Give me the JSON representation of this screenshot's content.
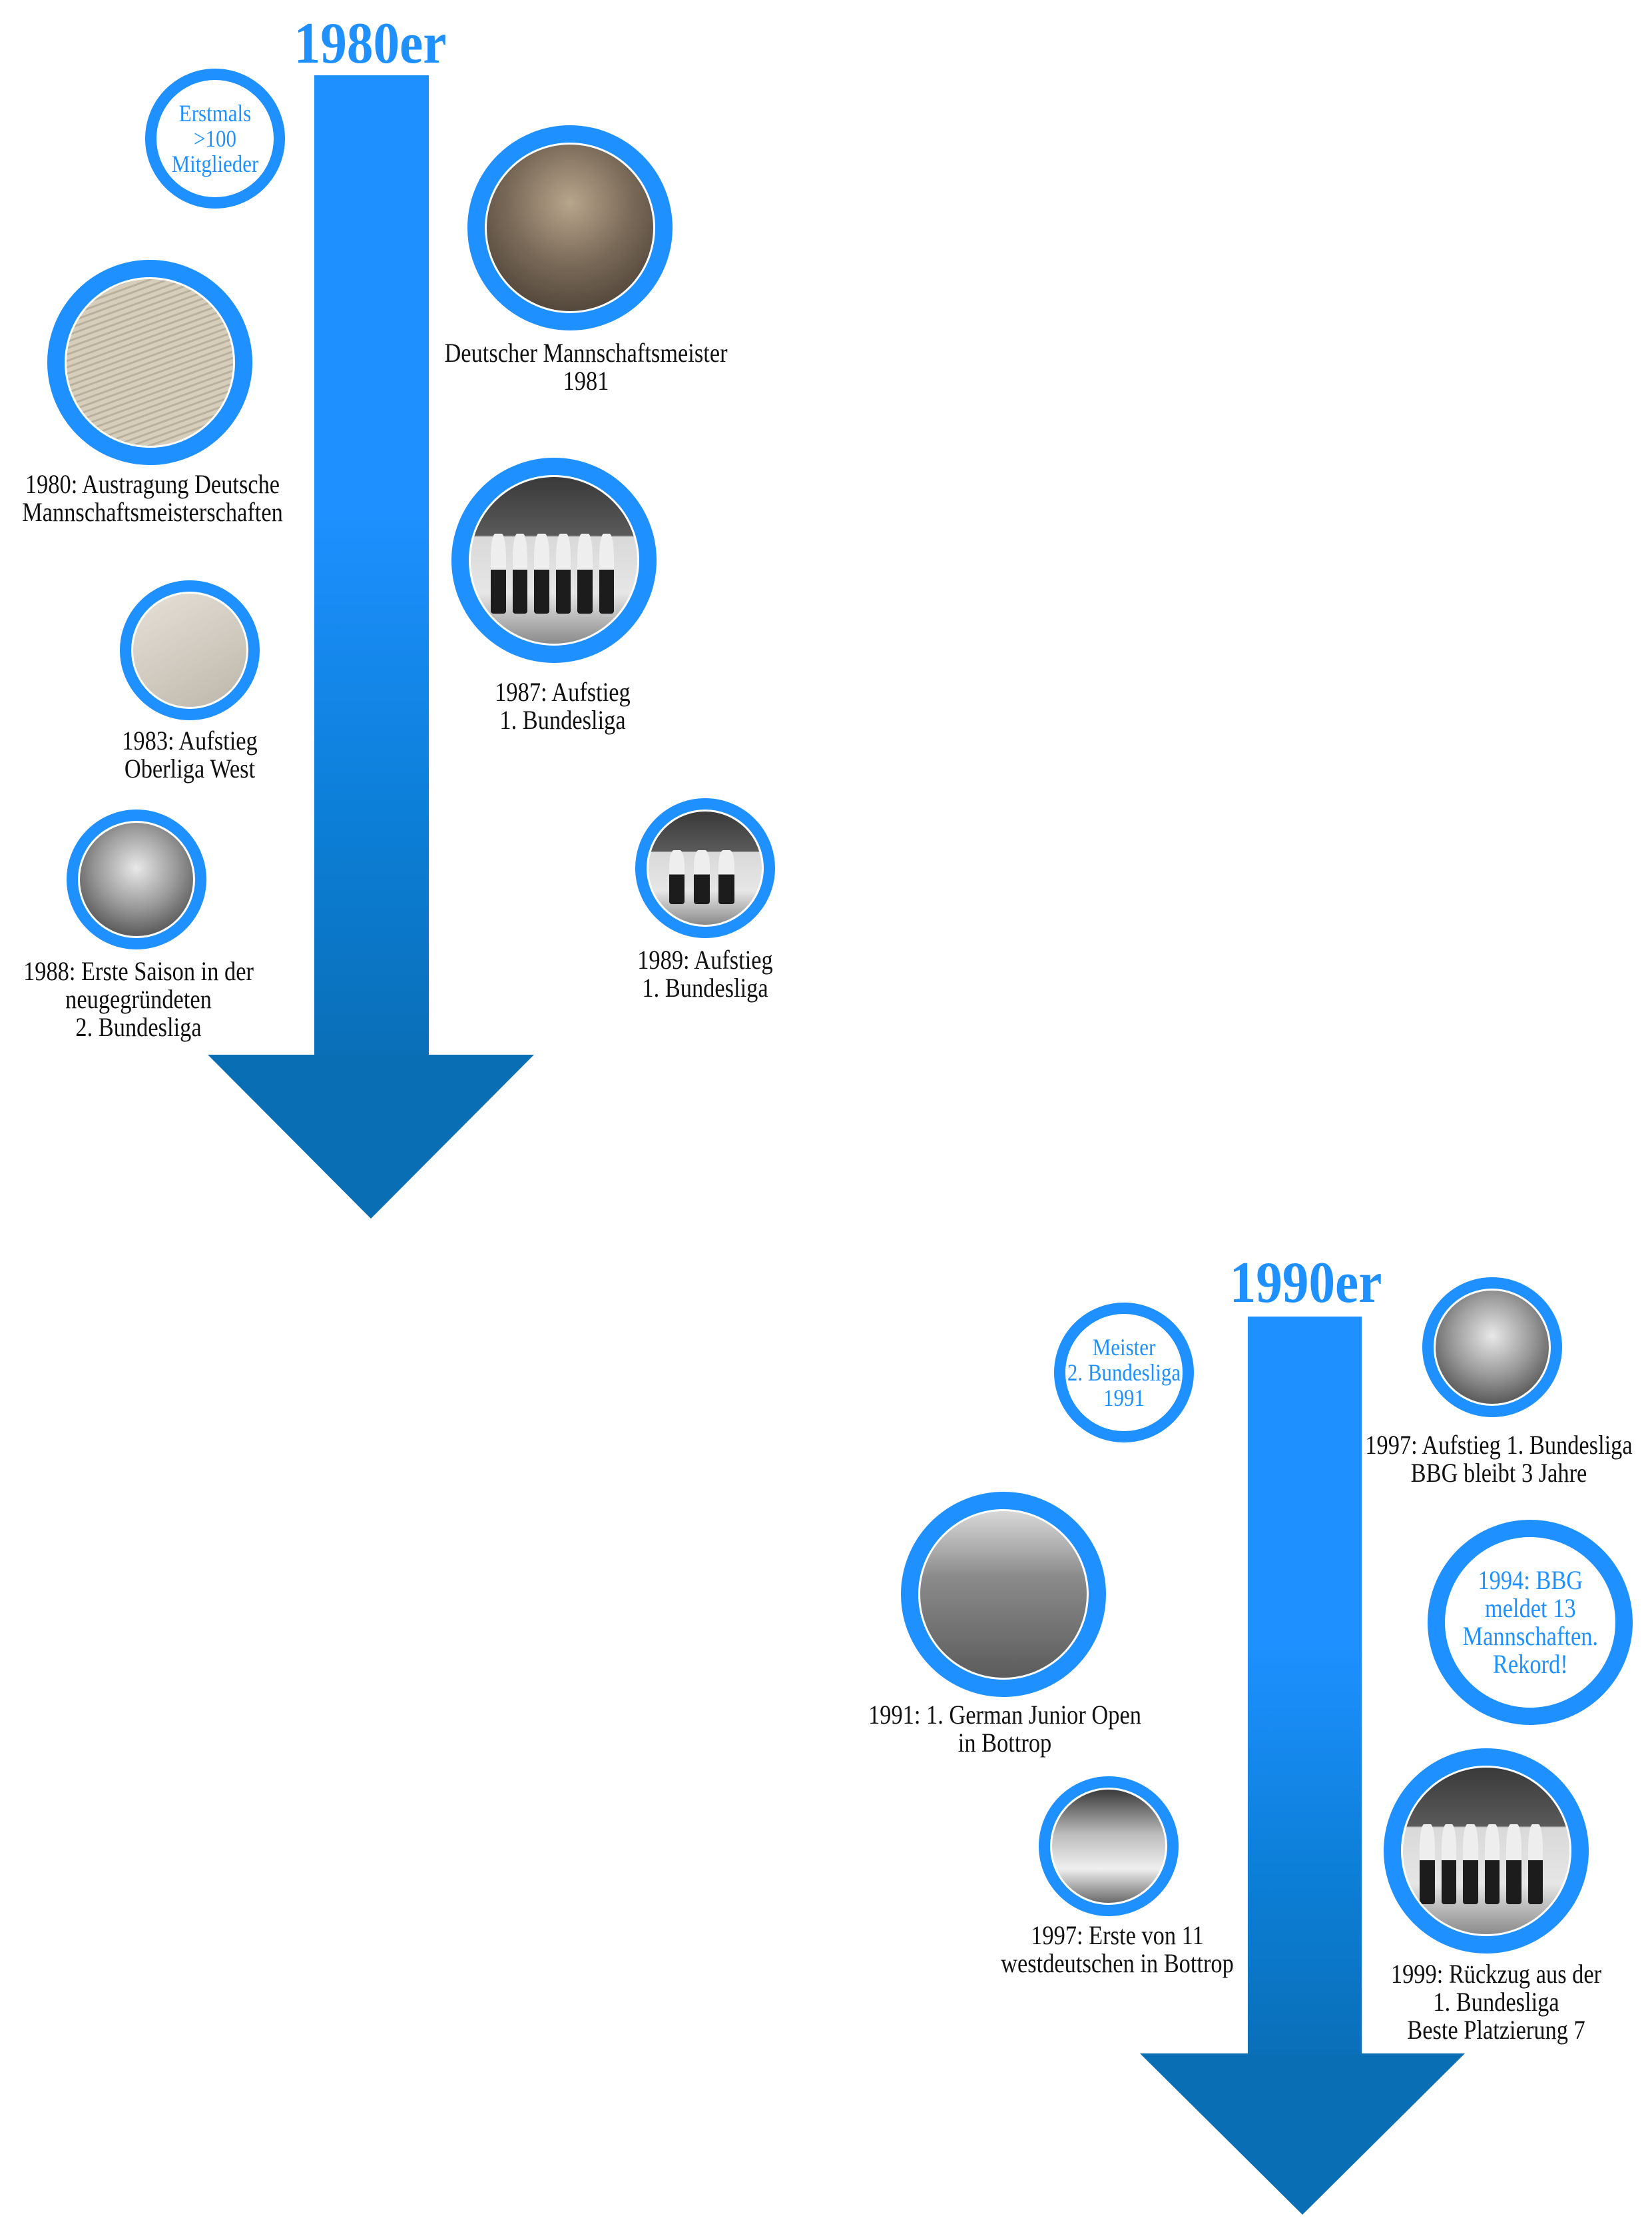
{
  "colors": {
    "accent": "#1e90ff",
    "arrow_bottom": "#0a6eb5",
    "text": "#111111"
  },
  "decade_1980": {
    "title": "1980er",
    "bubble": [
      "Erstmals",
      ">100",
      "Mitglieder"
    ],
    "events": [
      {
        "lines": [
          "1980: Austragung Deutsche",
          "Mannschaftsmeisterschaften"
        ]
      },
      {
        "lines": [
          "Deutscher Mannschaftsmeister",
          "1981"
        ]
      },
      {
        "lines": [
          "1983: Aufstieg",
          "Oberliga West"
        ]
      },
      {
        "lines": [
          "1987: Aufstieg",
          "1. Bundesliga"
        ]
      },
      {
        "lines": [
          "1988: Erste Saison in der",
          "neugegründeten",
          "2. Bundesliga"
        ]
      },
      {
        "lines": [
          "1989: Aufstieg",
          "1. Bundesliga"
        ]
      }
    ]
  },
  "decade_1990": {
    "title": "1990er",
    "bubble_meister": [
      "Meister",
      "2. Bundesliga",
      "1991"
    ],
    "bubble_1994": [
      "1994: BBG",
      "meldet 13",
      "Mannschaften.",
      "Rekord!"
    ],
    "events": [
      {
        "lines": [
          "1997: Aufstieg 1. Bundesliga",
          "BBG bleibt 3 Jahre"
        ]
      },
      {
        "lines": [
          "1991: 1. German Junior Open",
          "in Bottrop"
        ]
      },
      {
        "lines": [
          "1997: Erste von 11",
          "westdeutschen in Bottrop"
        ]
      },
      {
        "lines": [
          "1999: Rückzug aus der",
          "1. Bundesliga",
          "Beste Platzierung 7"
        ]
      }
    ]
  }
}
